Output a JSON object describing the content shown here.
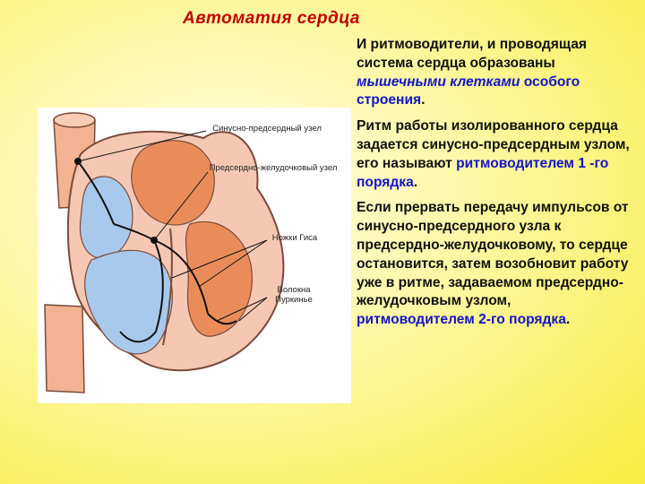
{
  "slide": {
    "title": "Автоматия сердца"
  },
  "figure": {
    "callouts": {
      "sa_node": "Синусно-предсердный узел",
      "av_node": "Предсердно-желудочковый узел",
      "his_bundle": "Ножки Гиса",
      "purkinje": "Волокна Пуркинье"
    }
  },
  "text": {
    "p1": {
      "lead": "И ритмоводители, и проводящая система сердца образованы ",
      "emph": "мышечными клетками",
      "mid": " ",
      "emph2": "особого строения",
      "tail": "."
    },
    "p2": {
      "lead": "Ритм работы изолированного сердца задается синусно-предсердным узлом, его называют ",
      "emph": "ритмоводителем 1 -го порядка",
      "tail": "."
    },
    "p3": {
      "lead": "Если прервать передачу импульсов от синусно-предсердного узла к предсердно-желудочковому, то сердце остановится, затем возобновит работу уже в ритме, задаваемом предсердно-желудочковым узлом, ",
      "emph": "ритмоводителем 2-го порядка",
      "tail": "."
    }
  },
  "colors": {
    "title": "#c00000",
    "highlight": "#1414c8",
    "tissue": "#f6c8b4",
    "vessel": "#f3b392",
    "left_chambers": "#ea8c5a",
    "right_chambers": "#a9c9ec"
  }
}
